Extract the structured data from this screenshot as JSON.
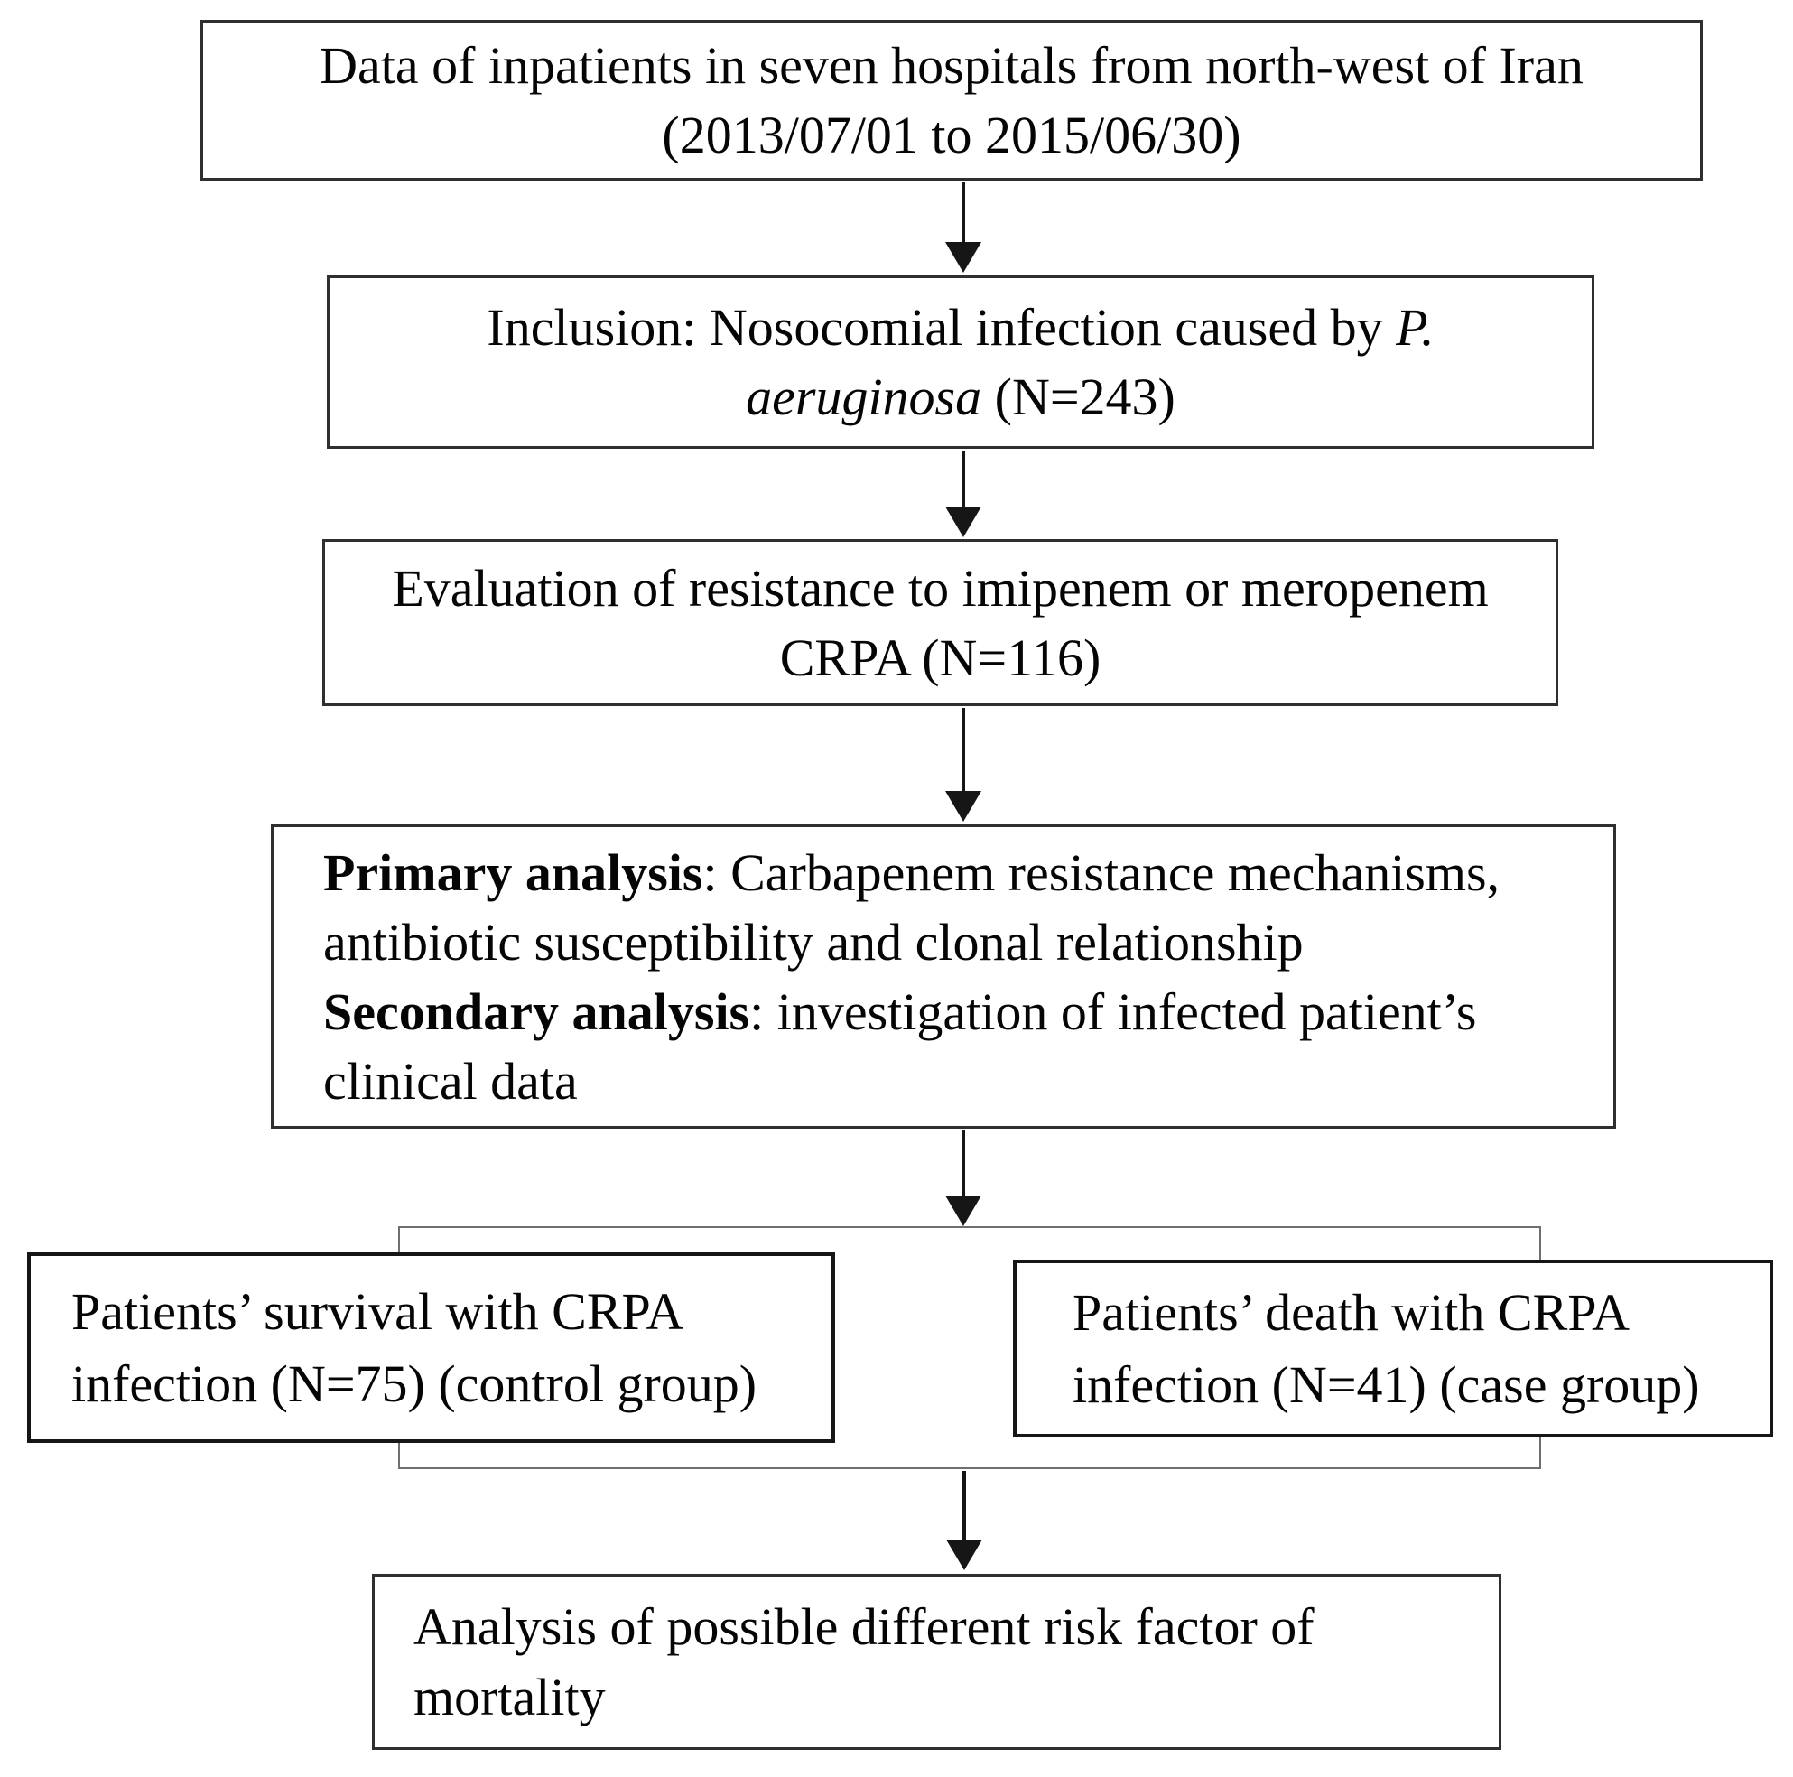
{
  "figure": {
    "type": "study-flow-diagram",
    "colors": {
      "background": "#ffffff",
      "box_border": "#2f2f2f",
      "side_box_border": "#161616",
      "container_border": "#6f6f6f",
      "arrow": "#161616",
      "text": "#050505"
    }
  },
  "flow": {
    "box1": {
      "lines": [
        "Data of inpatients in seven hospitals from north-west of Iran",
        "(2013/07/01 to 2015/06/30)"
      ]
    },
    "box2": {
      "line1_regular": "Inclusion: Nosocomial infection caused by ",
      "line1_italic": "P.",
      "line2_italic": "aeruginosa",
      "line2_regular": " (N=243)"
    },
    "box3": {
      "lines": [
        "Evaluation of resistance to imipenem or meropenem",
        "CRPA (N=116)"
      ]
    },
    "box4": {
      "lines": [
        {
          "bold": "Primary analysis",
          "regular": ": Carbapenem resistance mechanisms,"
        },
        {
          "bold": "",
          "regular": "antibiotic susceptibility and clonal relationship"
        },
        {
          "bold": "Secondary analysis",
          "regular": ": investigation of infected patient’s"
        },
        {
          "bold": "",
          "regular": "clinical data"
        }
      ]
    },
    "control_box": {
      "lines": [
        "Patients’ survival with CRPA",
        "infection (N=75) (control group)"
      ]
    },
    "case_box": {
      "lines": [
        "Patients’ death with CRPA",
        "infection (N=41) (case group)"
      ]
    },
    "outcome_box": {
      "lines": [
        "Analysis of possible different risk factor of",
        "mortality"
      ]
    }
  }
}
